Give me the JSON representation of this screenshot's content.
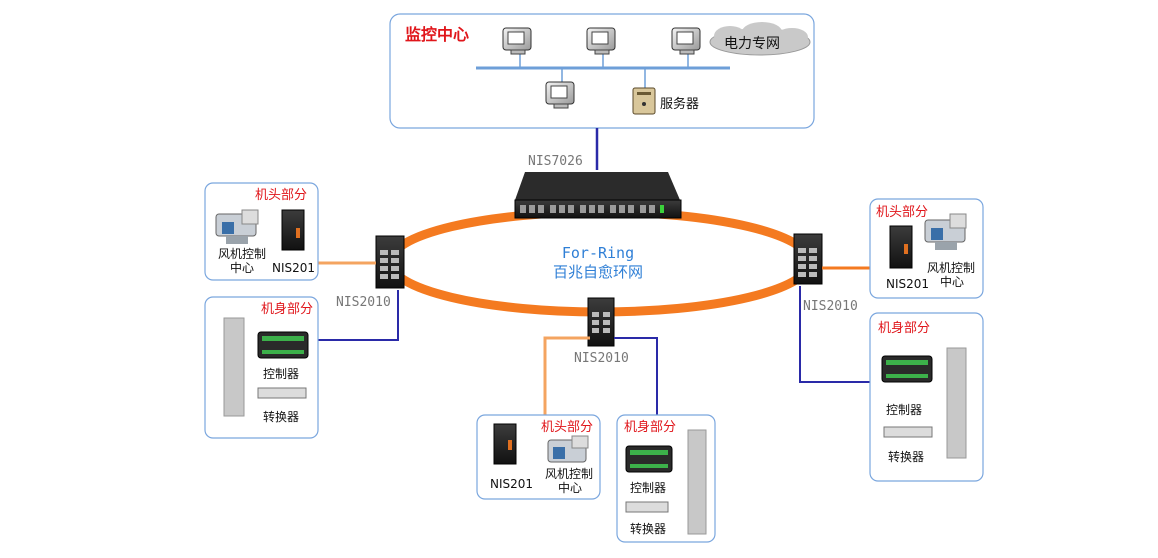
{
  "monitor_center": {
    "title": "监控中心",
    "cloud_label": "电力专网",
    "server_label": "服务器"
  },
  "core_switch": {
    "label": "NIS7026"
  },
  "ring": {
    "line1": "For-Ring",
    "line2": "百兆自愈环网"
  },
  "switches": {
    "left": "NIS2010",
    "right": "NIS2010",
    "bottom": "NIS2010"
  },
  "left_head": {
    "title": "机头部分",
    "wind_label_1": "风机控制",
    "wind_label_2": "中心",
    "nis_label": "NIS201"
  },
  "left_body": {
    "title": "机身部分",
    "controller": "控制器",
    "converter": "转换器"
  },
  "right_head": {
    "title": "机头部分",
    "nis_label": "NIS201",
    "wind_label_1": "风机控制",
    "wind_label_2": "中心"
  },
  "right_body": {
    "title": "机身部分",
    "controller": "控制器",
    "converter": "转换器"
  },
  "bottom_head": {
    "title": "机头部分",
    "nis_label": "NIS201",
    "wind_label_1": "风机控制",
    "wind_label_2": "中心"
  },
  "bottom_body": {
    "title": "机身部分",
    "controller": "控制器",
    "converter": "转换器"
  },
  "colors": {
    "ring": "#f47a20",
    "link_blue": "#2a2aa8",
    "link_orange": "#f4a460",
    "box_border": "#7aa6de",
    "title_red": "#e0161b"
  }
}
